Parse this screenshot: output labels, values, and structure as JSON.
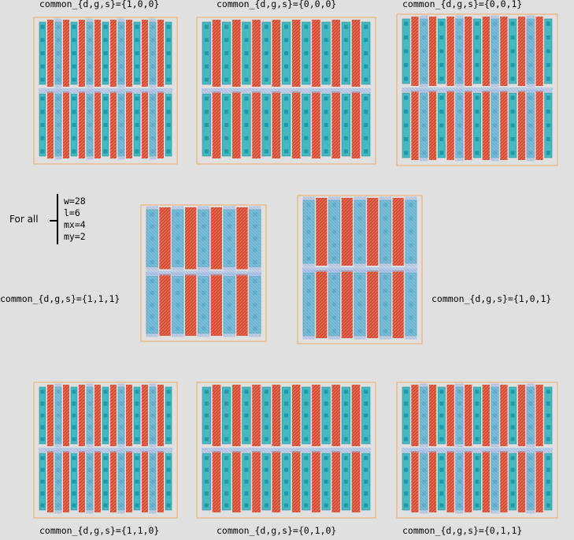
{
  "legend": {
    "prefix": "For all",
    "params": [
      "w=28",
      "l=6",
      "mx=4",
      "my=2"
    ]
  },
  "layouts": [
    {
      "label": "common_{d,g,s}={1,0,0}",
      "fingers": 8,
      "drain": [
        1,
        5
      ],
      "source": [
        3,
        7
      ]
    },
    {
      "label": "common_{d,g,s}={0,0,0}",
      "fingers": 8,
      "drain": [],
      "source": []
    },
    {
      "label": "common_{d,g,s}={0,0,1}",
      "fingers": 8,
      "drain": [
        3,
        7
      ],
      "source": [
        1,
        5
      ]
    },
    {
      "label": "common_{d,g,s}={1,1,1}",
      "fingers": 4,
      "drain": [
        0,
        1,
        2,
        3,
        4
      ],
      "source": []
    },
    {
      "label": "common_{d,g,s}={1,0,1}",
      "fingers": 4,
      "drain": [
        0,
        1,
        2,
        3,
        4
      ],
      "source": []
    },
    {
      "label": "common_{d,g,s}={1,1,0}",
      "fingers": 8,
      "drain": [
        1,
        5
      ],
      "source": [
        3,
        7
      ]
    },
    {
      "label": "common_{d,g,s}={0,1,0}",
      "fingers": 8,
      "drain": [],
      "source": []
    },
    {
      "label": "common_{d,g,s}={0,1,1}",
      "fingers": 8,
      "drain": [
        3,
        7
      ],
      "source": [
        1,
        5
      ]
    }
  ],
  "colors": {
    "background": "#e0e0e0",
    "outline": "#f0a860",
    "poly": "#d9503a",
    "active": "#45b8c0",
    "contact": "#1a9aaa",
    "metal_strap": "#9bb8e6"
  }
}
